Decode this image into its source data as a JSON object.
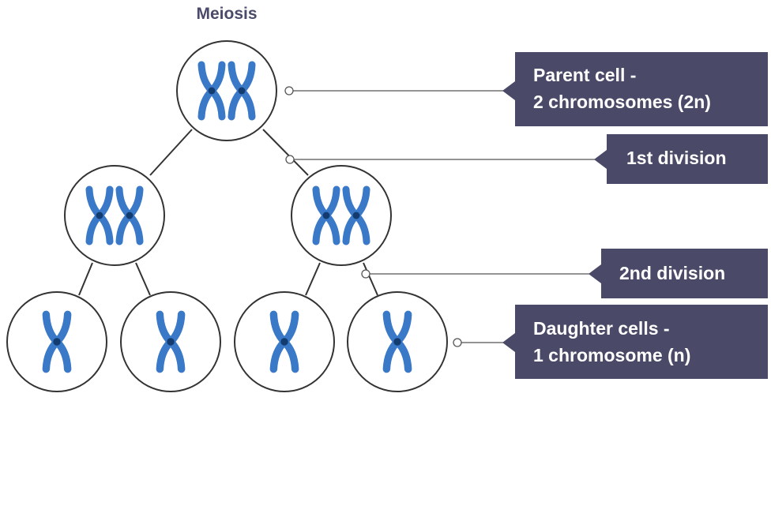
{
  "title": "Meiosis",
  "colors": {
    "title": "#4a4a6a",
    "label_bg": "#4a4a68",
    "label_text": "#ffffff",
    "chromosome": "#3a78c8",
    "centromere": "#123c70",
    "cell_stroke": "#333333",
    "connector": "#555555"
  },
  "cells": {
    "parent": {
      "chromosomes": 2
    },
    "first_division": [
      {
        "chromosomes": 2
      },
      {
        "chromosomes": 2
      }
    ],
    "daughters": [
      {
        "chromosomes": 1
      },
      {
        "chromosomes": 1
      },
      {
        "chromosomes": 1
      },
      {
        "chromosomes": 1
      }
    ]
  },
  "labels": {
    "parent": {
      "line1": "Parent cell -",
      "line2": "2 chromosomes (2n)"
    },
    "first_division": {
      "line1": "1st division"
    },
    "second_division": {
      "line1": "2nd division"
    },
    "daughters": {
      "line1": "Daughter cells -",
      "line2": "1 chromosome (n)"
    }
  }
}
